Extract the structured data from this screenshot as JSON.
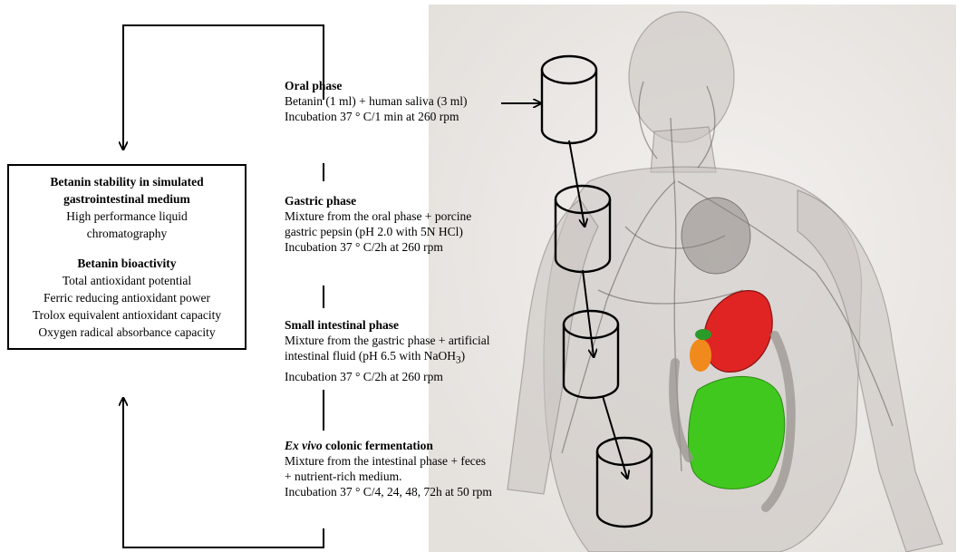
{
  "summary_box": {
    "stability_heading_line1": "Betanin stability in simulated",
    "stability_heading_line2": "gastrointestinal medium",
    "stability_method_line1": "High performance liquid",
    "stability_method_line2": "chromatography",
    "bioactivity_heading": "Betanin bioactivity",
    "bioactivity_assays": [
      "Total antioxidant potential",
      "Ferric reducing antioxidant power",
      "Trolox equivalent antioxidant capacity",
      "Oxygen radical absorbance capacity"
    ]
  },
  "phases": {
    "oral": {
      "title": "Oral phase",
      "line1": "Betanin (1 ml) + human saliva (3 ml)",
      "line2": "Incubation 37 ° C/1 min at 260 rpm"
    },
    "gastric": {
      "title": "Gastric phase",
      "line1": "Mixture from the oral phase + porcine",
      "line2": "gastric pepsin (pH 2.0 with 5N HCl)",
      "line3": "Incubation 37 ° C/2h at 260 rpm"
    },
    "small_intestinal": {
      "title": "Small intestinal phase",
      "line1": "Mixture from the gastric phase + artificial",
      "line2_prefix": "intestinal fluid (pH 6.5 with NaOH",
      "line2_sub": "3",
      "line2_suffix": ")",
      "line3": "Incubation 37 ° C/2h at 260 rpm"
    },
    "colonic": {
      "title_italic": "Ex vivo",
      "title_rest": " colonic fermentation",
      "line1": "Mixture from the intestinal phase + feces",
      "line2": "+ nutrient-rich medium.",
      "line3": "Incubation 37 ° C/4, 24, 48, 72h at 50 rpm"
    }
  },
  "colors": {
    "background_panel": "#ede9e6",
    "stomach": "#e02424",
    "intestine": "#41c81e",
    "organ_orange": "#f08a1c",
    "organ_green": "#2a9a2a",
    "line": "#000000"
  }
}
